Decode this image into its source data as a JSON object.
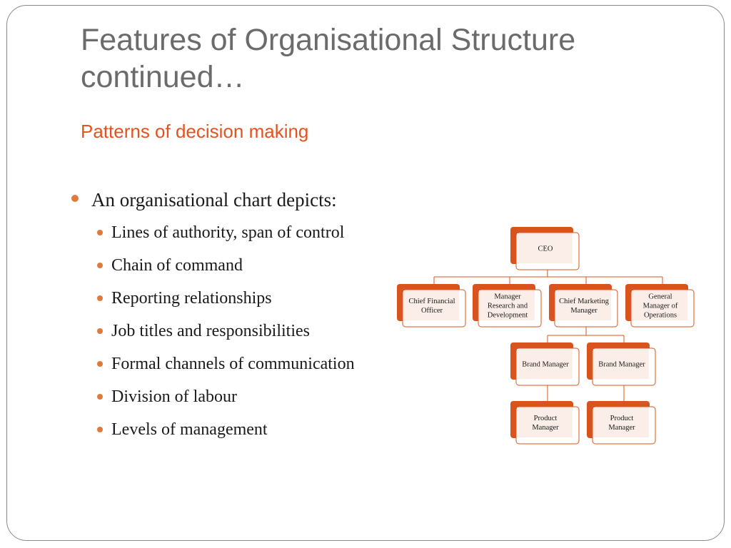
{
  "slide": {
    "title": "Features of Organisational Structure continued…",
    "subtitle": "Patterns of decision making",
    "bullet_main": "An organisational chart depicts:",
    "bullets": [
      "Lines of authority, span of control",
      "Chain of command",
      "Reporting relationships",
      "Job titles and responsibilities",
      "Formal channels of communication",
      "Division of labour",
      "Levels of management"
    ]
  },
  "colors": {
    "accent": "#d9531e",
    "title": "#6b6b6b",
    "subtitle": "#e2531f",
    "box_fill": "#fbeee8",
    "bullet_dot": "#e07a3a"
  },
  "org_chart": {
    "nodes": [
      {
        "id": "ceo",
        "label": [
          "CEO"
        ],
        "parent": null
      },
      {
        "id": "cfo",
        "label": [
          "Chief Financial",
          "Officer"
        ],
        "parent": "ceo"
      },
      {
        "id": "mrd",
        "label": [
          "Manager",
          "Research and",
          "Development"
        ],
        "parent": "ceo"
      },
      {
        "id": "cmm",
        "label": [
          "Chief Marketing",
          "Manager"
        ],
        "parent": "ceo"
      },
      {
        "id": "gmo",
        "label": [
          "General",
          "Manager of",
          "Operations"
        ],
        "parent": "ceo"
      },
      {
        "id": "bm1",
        "label": [
          "Brand Manager"
        ],
        "parent": "cmm"
      },
      {
        "id": "bm2",
        "label": [
          "Brand Manager"
        ],
        "parent": "cmm"
      },
      {
        "id": "pm1",
        "label": [
          "Product",
          "Manager"
        ],
        "parent": "bm1"
      },
      {
        "id": "pm2",
        "label": [
          "Product",
          "Manager"
        ],
        "parent": "bm2"
      }
    ]
  }
}
